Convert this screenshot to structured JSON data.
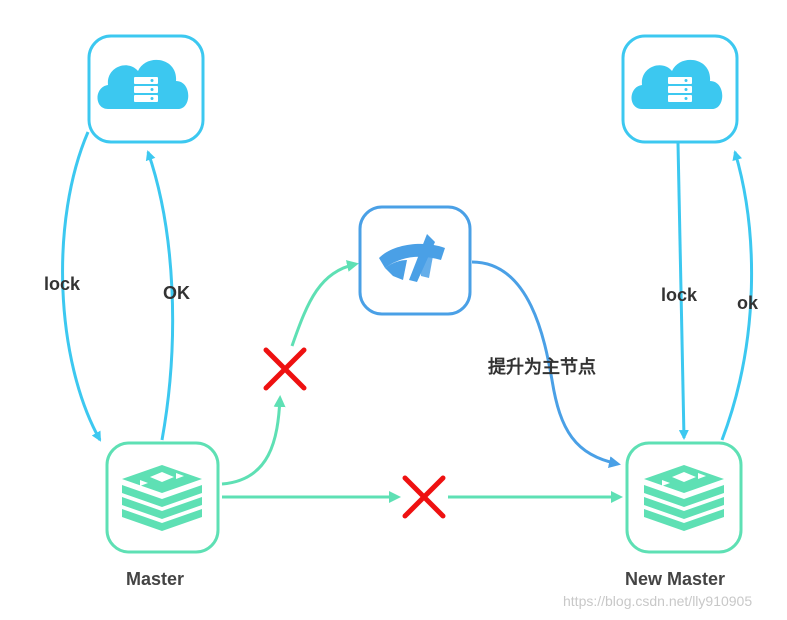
{
  "nodes": {
    "cloud_left": {
      "icon": "cloud-server-icon"
    },
    "cloud_right": {
      "icon": "cloud-server-icon"
    },
    "sentinel": {
      "icon": "sentinel-gauge-icon"
    },
    "master": {
      "label": "Master",
      "icon": "redis-stack-icon"
    },
    "new_master": {
      "label": "New Master",
      "icon": "redis-stack-icon"
    }
  },
  "edges": {
    "left_lock": "lock",
    "left_ok": "OK",
    "right_lock": "lock",
    "right_ok": "ok",
    "promote": "提升为主节点"
  },
  "watermark": "https://blog.csdn.net/lly910905",
  "colors": {
    "cloud_border": "#3cc8f0",
    "sentinel_border": "#4aa0e6",
    "redis_border": "#5ee0b4",
    "green_edge": "#5ee0b4",
    "blue_edge": "#3cc8f0",
    "promote_edge": "#4aa0e6",
    "cross": "#ee1111"
  }
}
